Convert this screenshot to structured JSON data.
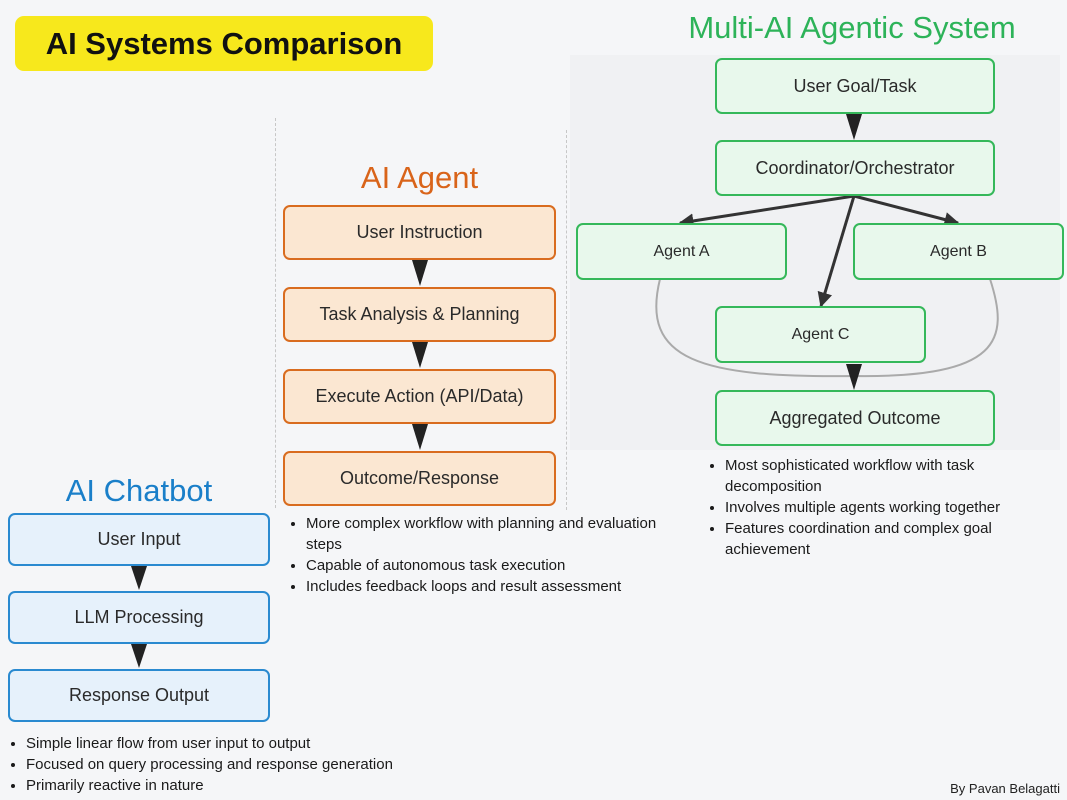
{
  "title": "AI Systems Comparison",
  "chatbot": {
    "heading": "AI Chatbot",
    "color": "#1a7fc9",
    "steps": [
      "User Input",
      "LLM Processing",
      "Response Output"
    ],
    "notes": [
      "Simple linear flow from user input to output",
      "Focused on query processing and response generation",
      "Primarily reactive in nature"
    ]
  },
  "agent": {
    "heading": "AI Agent",
    "color": "#d9641a",
    "steps": [
      "User Instruction",
      "Task Analysis & Planning",
      "Execute Action (API/Data)",
      "Outcome/Response"
    ],
    "notes": [
      "More complex workflow with planning and evaluation steps",
      "Capable of autonomous task execution",
      "Includes feedback loops and result assessment"
    ]
  },
  "multi": {
    "heading": "Multi-AI Agentic System",
    "color": "#2db359",
    "goal": "User Goal/Task",
    "coordinator": "Coordinator/Orchestrator",
    "agent_a": "Agent A",
    "agent_b": "Agent B",
    "agent_c": "Agent C",
    "outcome": "Aggregated Outcome",
    "notes": [
      "Most sophisticated workflow with task decomposition",
      "Involves multiple agents working together",
      "Features coordination and complex goal achievement"
    ]
  },
  "credit": "By Pavan Belagatti"
}
